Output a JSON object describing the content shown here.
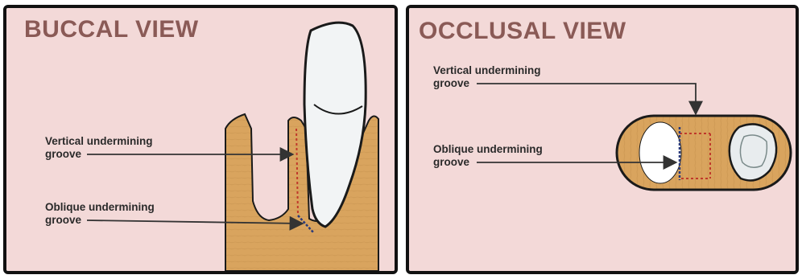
{
  "panels": [
    {
      "title": "BUCCAL VIEW",
      "labels": [
        {
          "line1": "Vertical undermining",
          "line2": "groove"
        },
        {
          "line1": "Oblique undermining",
          "line2": "groove"
        }
      ]
    },
    {
      "title": "OCCLUSAL VIEW",
      "labels": [
        {
          "line1": "Vertical undermining",
          "line2": "groove"
        },
        {
          "line1": "Oblique undermining",
          "line2": "groove"
        }
      ]
    }
  ],
  "colors": {
    "background": "#f3d9d8",
    "bone": "#d9a45e",
    "tooth": "#f2f4f5",
    "outline": "#1a1a1a",
    "groove": "#c0392b",
    "arrow": "#333333",
    "title": "#8a5a56"
  }
}
